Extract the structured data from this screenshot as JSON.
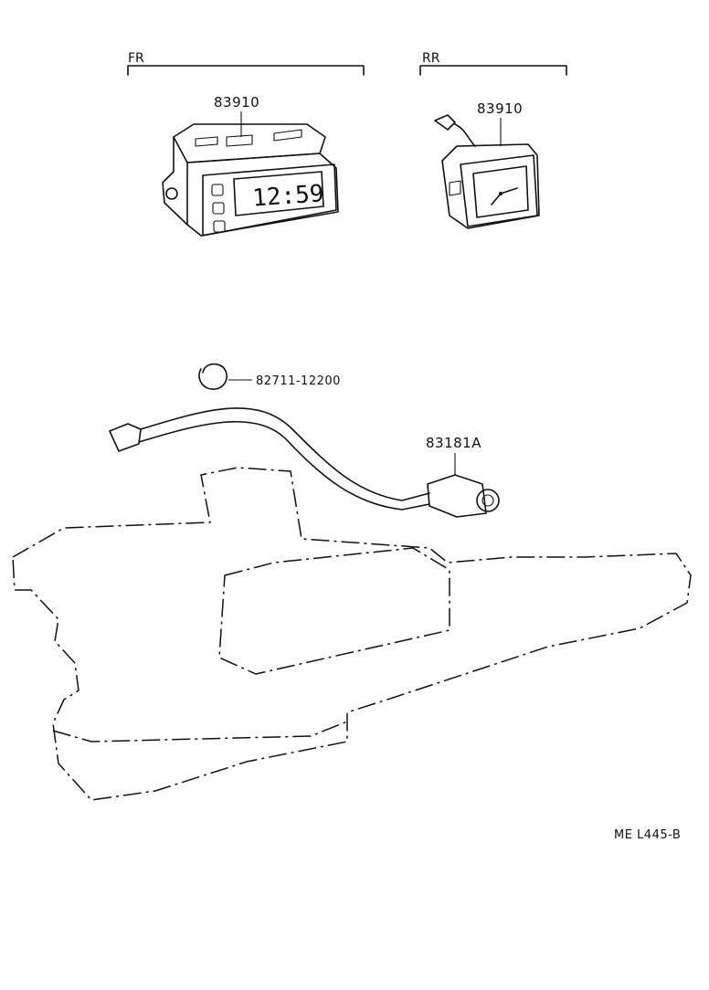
{
  "sections": {
    "front": "FR",
    "rear": "RR"
  },
  "parts": {
    "front_clock": "83910",
    "rear_clock": "83910",
    "clamp": "82711-12200",
    "sensor": "83181A"
  },
  "display": {
    "time": "12:59"
  },
  "diagram_ref": "ME L445-B"
}
